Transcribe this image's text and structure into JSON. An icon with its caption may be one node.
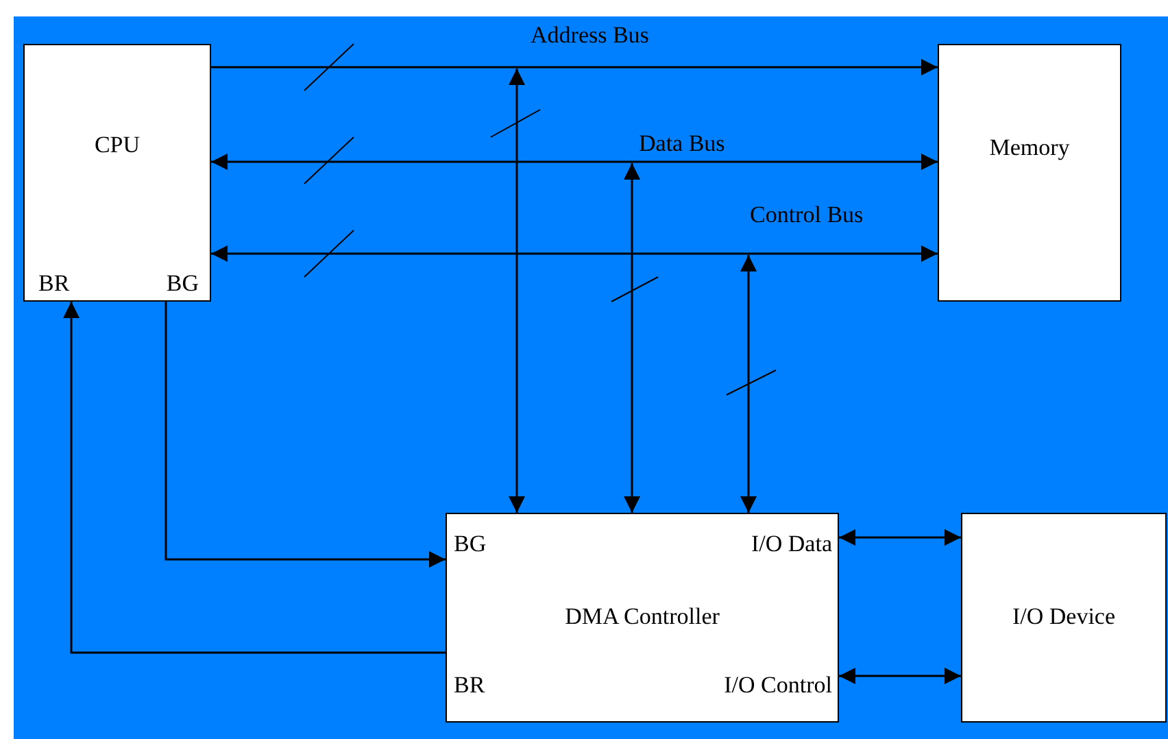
{
  "diagram": {
    "nodes": [
      {
        "text": [
          "CPU",
          "BR",
          "BG"
        ]
      },
      {
        "text": [
          "Memory"
        ]
      },
      {
        "text": [
          "BG",
          "I/O Data",
          "DMA Controller",
          "BR",
          "I/O Control"
        ]
      },
      {
        "text": [
          "I/O Device"
        ]
      }
    ],
    "edges": [
      {
        "from": 0,
        "to": 1,
        "arrow": "to",
        "label": "Address Bus"
      },
      {
        "from": 0,
        "to": 1,
        "arrow": "both",
        "label": "Data Bus"
      },
      {
        "from": 0,
        "to": 1,
        "arrow": "both",
        "label": "Control Bus"
      },
      {
        "from": 2,
        "to": null,
        "arrow": "both"
      },
      {
        "from": 2,
        "to": null,
        "arrow": "both"
      },
      {
        "from": 2,
        "to": null,
        "arrow": "both"
      },
      {
        "from": 0,
        "to": 2,
        "arrow": "to"
      },
      {
        "from": 2,
        "to": 0,
        "arrow": "to"
      },
      {
        "from": 2,
        "to": 3,
        "arrow": "both"
      },
      {
        "from": 2,
        "to": 3,
        "arrow": "both"
      }
    ]
  }
}
